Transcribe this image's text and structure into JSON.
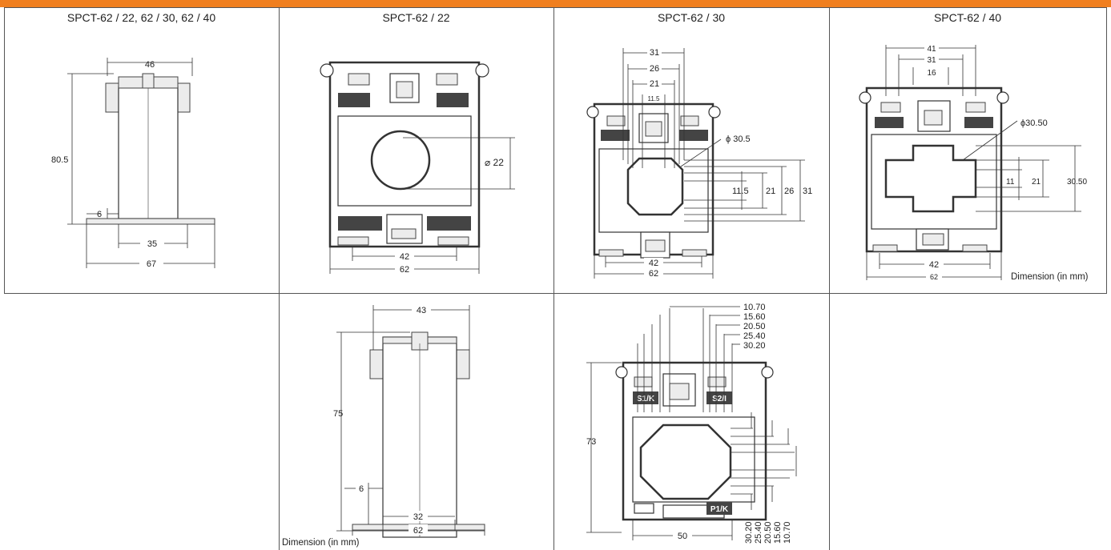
{
  "header_bar": {
    "color": "#f07f1f"
  },
  "cells": {
    "c1": {
      "title": "SPCT-62 / 22, 62 / 30, 62 / 40",
      "dims": {
        "top": "46",
        "height": "80.5",
        "foot": "6",
        "inner": "35",
        "bottom": "67"
      }
    },
    "c2": {
      "title": "SPCT-62 / 22",
      "dims": {
        "hole": "⌀ 22",
        "inner": "42",
        "width": "62"
      }
    },
    "c3": {
      "title": "SPCT-62 / 30",
      "dims": {
        "h31": "31",
        "h26": "26",
        "h21": "21",
        "h115": "11.5",
        "hole": "ϕ 30.5",
        "v115": "11.5",
        "v21": "21",
        "v26": "26",
        "v31": "31",
        "inner": "42",
        "width": "62"
      }
    },
    "c4": {
      "title": "SPCT-62 / 40",
      "dims": {
        "h41": "41",
        "h31": "31",
        "h16": "16",
        "hole": "ϕ30.50",
        "v11": "11",
        "v21": "21",
        "v3050": "30.50",
        "inner": "42",
        "width": "62"
      },
      "note": "Dimension (in mm)"
    },
    "c6": {
      "dims": {
        "top": "43",
        "height": "75",
        "foot": "6",
        "inner": "32",
        "bottom": "62"
      },
      "note": "Dimension (in mm)"
    },
    "c7": {
      "dims": {
        "t1": "10.70",
        "t2": "15.60",
        "t3": "20.50",
        "t4": "25.40",
        "t5": "30.20",
        "height": "73",
        "width": "50",
        "b1": "30.20",
        "b2": "25.40",
        "b3": "20.50",
        "b4": "15.60",
        "b5": "10.70"
      },
      "labels": {
        "s1": "S1/K",
        "s2": "S2/I",
        "p1": "P1/K"
      }
    }
  }
}
